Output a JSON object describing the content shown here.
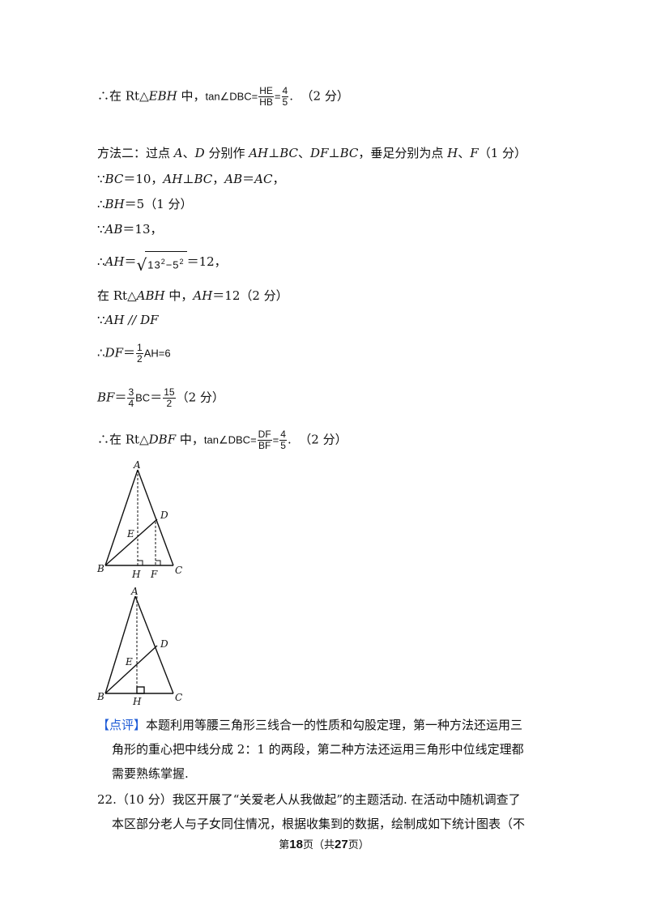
{
  "m1_final": {
    "prefix": "∴在 Rt△",
    "tri": "EBH",
    "mid": " 中，",
    "expr": "tan∠DBC=",
    "f1_num": "HE",
    "f1_den": "HB",
    "eq": "=",
    "f2_num": "4",
    "f2_den": "5",
    "end": ".",
    "score": "（2 分）"
  },
  "m2_intro": {
    "t1": "方法二：过点 ",
    "a": "A",
    "t2": "、",
    "d": "D",
    "t3": " 分别作 ",
    "ah": "AH",
    "t4": "⊥",
    "bc": "BC",
    "t5": "、",
    "df": "DF",
    "t6": "⊥",
    "bc2": "BC",
    "t7": "，垂足分别为点 ",
    "h": "H",
    "t8": "、",
    "f": "F",
    "score": "（1 分）"
  },
  "l_bc": {
    "pre": "∵",
    "bc": "BC",
    "t1": "＝10，",
    "ah": "AH",
    "t2": "⊥",
    "bc2": "BC",
    "t3": "，",
    "ab": "AB",
    "t4": "＝",
    "ac": "AC",
    "t5": "，"
  },
  "l_bh": {
    "pre": "∴",
    "bh": "BH",
    "t1": "＝5（1 分）"
  },
  "l_ab": {
    "pre": "∵",
    "ab": "AB",
    "t1": "＝13，"
  },
  "l_ah": {
    "pre": "∴",
    "ah": "AH",
    "t1": "＝",
    "radicand_a": "13",
    "exp_a": "2",
    "minus": "−5",
    "exp_b": "2",
    "t2": "＝12，"
  },
  "l_rt": {
    "pre": "在 Rt△",
    "tri": "ABH",
    "mid": " 中，",
    "ah": "AH",
    "t1": "＝12（2 分）"
  },
  "l_par": {
    "pre": "∵",
    "ah": "AH",
    "t1": " // ",
    "df": "DF"
  },
  "l_df": {
    "pre": "∴",
    "df": "DF",
    "t1": "＝",
    "f_num": "1",
    "f_den": "2",
    "t2": "AH=6"
  },
  "l_bf": {
    "bf": "BF",
    "t1": "＝",
    "f1_num": "3",
    "f1_den": "4",
    "t2": "BC",
    "t3": "＝",
    "f2_num": "15",
    "f2_den": "2",
    "score": "（2 分）"
  },
  "m2_final": {
    "prefix": "∴在 Rt△",
    "tri": "DBF",
    "mid": " 中，",
    "expr": "tan∠DBC=",
    "f1_num": "DF",
    "f1_den": "BF",
    "eq": "=",
    "f2_num": "4",
    "f2_den": "5",
    "end": ".",
    "score": "（2 分）"
  },
  "fig1_labels": {
    "A": "A",
    "B": "B",
    "C": "C",
    "D": "D",
    "E": "E",
    "H": "H",
    "F": "F"
  },
  "fig2_labels": {
    "A": "A",
    "B": "B",
    "C": "C",
    "D": "D",
    "E": "E",
    "H": "H"
  },
  "review": {
    "tag": "【点评】",
    "line1": "本题利用等腰三角形三线合一的性质和勾股定理，第一种方法还运用三",
    "line2": "角形的重心把中线分成 2：1 的两段，第二种方法还运用三角形中位线定理都",
    "line3": "需要熟练掌握."
  },
  "q22": {
    "line1": "22.（10 分）我区开展了“关爱老人从我做起”的主题活动. 在活动中随机调查了",
    "line2": "本区部分老人与子女同住情况，根据收集到的数据，绘制成如下统计图表（不"
  },
  "footer": {
    "pre": "第",
    "page": "18",
    "mid": "页（共",
    "total": "27",
    "post": "页）"
  }
}
